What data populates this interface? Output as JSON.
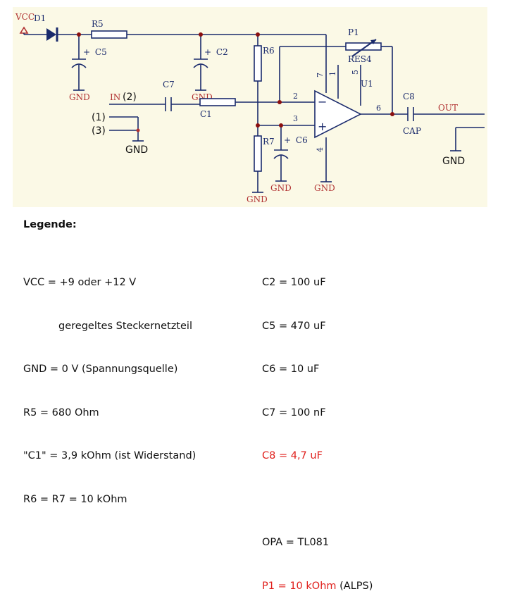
{
  "schematic": {
    "labels": {
      "vcc": "VCC",
      "d1": "D1",
      "r5": "R5",
      "c5": "C5",
      "c2": "C2",
      "r6": "R6",
      "p1": "P1",
      "res4": "RES4",
      "u1": "U1",
      "c7": "C7",
      "c1": "C1",
      "in": "IN",
      "c8": "C8",
      "cap": "CAP",
      "out": "OUT",
      "r7": "R7",
      "c6": "C6",
      "gnd": "GND",
      "plus": "+",
      "minus": "−",
      "pin1": "1",
      "pin2": "2",
      "pin3": "3",
      "pin4": "4",
      "pin5": "5",
      "pin6": "6",
      "pin7": "7",
      "ann_in": "(2)",
      "ann_1": "(1)",
      "ann_3": "(3)",
      "ann_gnd": "GND",
      "ann_gnd_out": "GND"
    },
    "colors": {
      "background": "#fbf9e6",
      "wire": "#1a2a6c",
      "label": "#b03030",
      "junction": "#8b1010"
    }
  },
  "legend": {
    "heading": "Legende:",
    "left": [
      "VCC = +9 oder +12 V",
      "geregeltes Steckernetzteil",
      "GND = 0 V (Spannungsquelle)",
      "R5 = 680 Ohm",
      "\"C1\" = 3,9 kOhm (ist Widerstand)",
      "R6 = R7 = 10 kOhm"
    ],
    "right": {
      "c2": "C2 = 100 uF",
      "c5": "C5 = 470 uF",
      "c6": "C6 = 10 uF",
      "c7": "C7 = 100 nF",
      "c8": "C8 = 4,7 uF",
      "opa": "OPA = TL081",
      "p1_red": "P1 = 10 kOhm",
      "p1_rest": " (ALPS)"
    }
  }
}
